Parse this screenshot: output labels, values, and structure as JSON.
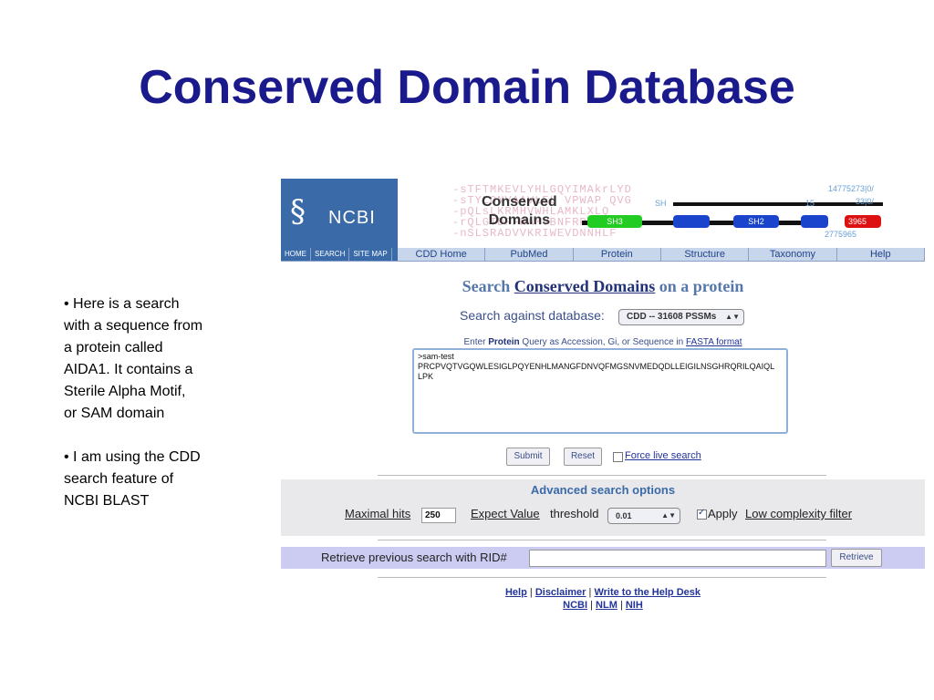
{
  "slide": {
    "title": "Conserved Domain Database",
    "bullet1": "• Here is a search\nwith a sequence from\na protein called\nAIDA1. It contains a\nSterile Alpha Motif,\nor SAM domain",
    "bullet2": "• I am using the CDD\nsearch feature of\nNCBI BLAST"
  },
  "banner": {
    "logo_text": "NCBI",
    "title_line1": "Conserved",
    "title_line2": "Domains",
    "seq_lines": [
      "-sTFTMKEVLYHLGQYIMAkrLYD",
      "-sTYLQNVAAVLEL VPWAP QVG",
      "-pQLsLKRMHVWHLAMKLXLQ",
      "-rQLGTDFFHAMVBNFRPYAM",
      "-nSLSRADVVKRIWEVDNNHLF"
    ],
    "domain_sh3": "SH3",
    "domain_sh2": "SH2",
    "acc_top": "14775273|0/",
    "acc_mid": "33|0/",
    "acc_num": "3965",
    "acc_bottom": "2775965",
    "small_sh": "SH",
    "small_15": "15"
  },
  "nav": {
    "left": [
      "HOME",
      "SEARCH",
      "SITE MAP"
    ],
    "items": [
      "CDD Home",
      "PubMed",
      "Protein",
      "Structure",
      "Taxonomy",
      "Help"
    ]
  },
  "search": {
    "heading_pre": "Search ",
    "heading_em": "Conserved Domains",
    "heading_post": " on a protein",
    "db_label": "Search against database:",
    "db_value": "CDD -- 31608 PSSMs",
    "enter_pre": "Enter ",
    "enter_bold": "Protein",
    "enter_mid": " Query as Accession, Gi, or Sequence in ",
    "enter_link": "FASTA format",
    "sequence": ">sam-test\nPRCPVQTVGQWLESIGLPQYENHLMANGFDNVQFMGSNVMEDQDLLEIGILNSGHRQRILQAIQL\nLPK",
    "submit": "Submit",
    "reset": "Reset",
    "force_live": "Force live search"
  },
  "advanced": {
    "title": "Advanced search options",
    "max_hits_label": "Maximal hits",
    "max_hits_value": "250",
    "expect_label": "Expect Value",
    "threshold_label": "threshold",
    "expect_value": "0.01",
    "apply_label": "Apply",
    "low_complexity": "Low complexity filter"
  },
  "rid": {
    "label": "Retrieve previous search with RID#",
    "button": "Retrieve"
  },
  "footer": {
    "help": "Help",
    "disclaimer": "Disclaimer",
    "write": "Write to the Help Desk",
    "ncbi": "NCBI",
    "nlm": "NLM",
    "nih": "NIH",
    "sep": "|"
  }
}
